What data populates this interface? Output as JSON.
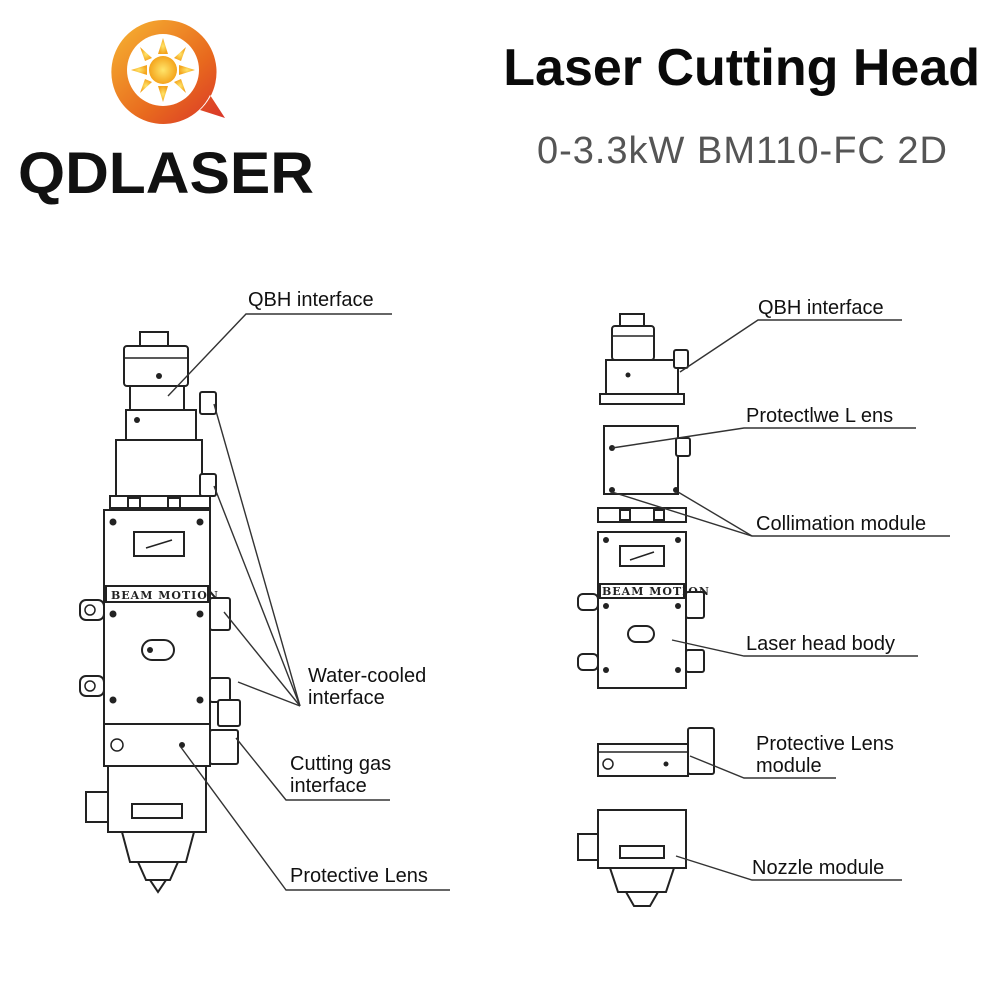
{
  "header": {
    "brand": "QDLASER",
    "title": "Laser Cutting Head",
    "subtitle": "0-3.3kW BM110-FC 2D"
  },
  "colors": {
    "logo_sun": "#f4a41c",
    "logo_ring": "#e8691e",
    "logo_red": "#d8322a",
    "text_dark": "#0a0a0a",
    "text_grey": "#555555"
  },
  "left_assembly": {
    "labels": {
      "qbh": "QBH interface",
      "water_line1": "Water-cooled",
      "water_line2": "interface",
      "gas_line1": "Cutting gas",
      "gas_line2": "interface",
      "protective_lens": "Protective Lens"
    },
    "band_text": "BEAM MOTION"
  },
  "right_assembly": {
    "labels": {
      "qbh": "QBH interface",
      "protective_upper": "Protectlwe L ens",
      "collimation": "Collimation module",
      "body": "Laser head body",
      "prot_module_line1": "Protective Lens",
      "prot_module_line2": "module",
      "nozzle": "Nozzle module"
    },
    "band_text": "BEAM MOTION"
  }
}
